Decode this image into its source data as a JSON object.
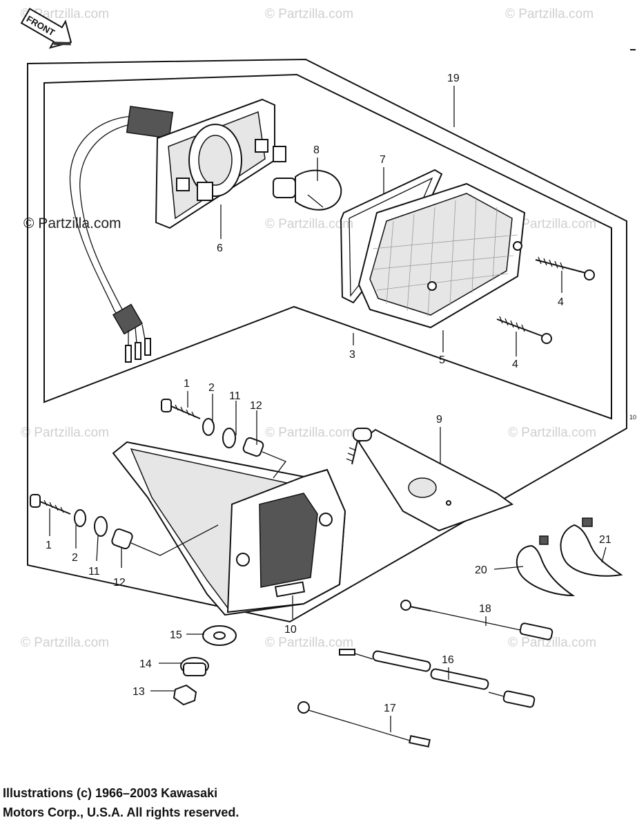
{
  "front_label": "FRONT",
  "watermark": "© Partzilla.com",
  "watermark_prominent": "© Partzilla.com",
  "page_ref": "10",
  "callouts": {
    "c1a": "1",
    "c1b": "1",
    "c2a": "2",
    "c2b": "2",
    "c3": "3",
    "c4a": "4",
    "c4b": "4",
    "c5": "5",
    "c6": "6",
    "c7": "7",
    "c8": "8",
    "c9": "9",
    "c10": "10",
    "c11a": "11",
    "c11b": "11",
    "c12a": "12",
    "c12b": "12",
    "c13": "13",
    "c14": "14",
    "c15": "15",
    "c16": "16",
    "c17": "17",
    "c18": "18",
    "c19": "19",
    "c20": "20",
    "c21": "21"
  },
  "copyright_line1": "Illustrations (c) 1966–2003 Kawasaki",
  "copyright_line2": "Motors Corp., U.S.A.  All rights reserved."
}
